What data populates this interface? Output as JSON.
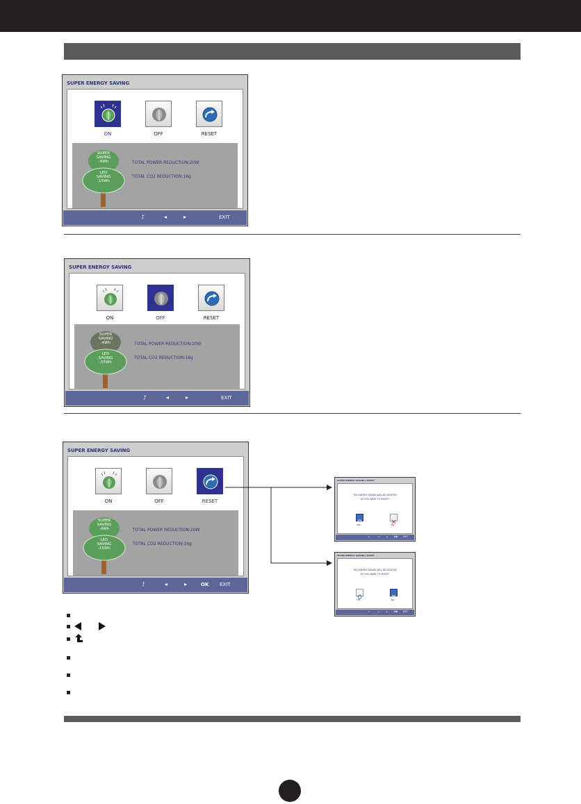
{
  "colors": {
    "selected": "#2d3190",
    "navbar": "#5c6698",
    "title_text": "#2c3575",
    "tree": "#5a9e5a",
    "tree_dim": "#6b7560"
  },
  "osd_panels": [
    {
      "title": "SUPER ENERGY SAVING",
      "selected": "on",
      "options": [
        {
          "label": "ON",
          "icon": "leaf-sparkle-icon"
        },
        {
          "label": "OFF",
          "icon": "leaf-icon"
        },
        {
          "label": "RESET",
          "icon": "reset-arrow-icon"
        }
      ],
      "tree_top": "SUPER SAVING :4Wh",
      "tree_top_l1": "SUPER",
      "tree_top_l2": "SAVING",
      "tree_top_l3": ":4Wh",
      "tree_bottom_l1": "LED",
      "tree_bottom_l2": "SAVING",
      "tree_bottom_l3": ":15Wh",
      "total_power": "TOTAL POWER REDUCTION:20W",
      "total_co2": "TOTAL CO2 REDUCTION:16g",
      "nav": {
        "up": "up-icon",
        "left": "left-icon",
        "right": "right-icon",
        "ok": "",
        "exit": "EXIT"
      }
    },
    {
      "title": "SUPER ENERGY SAVING",
      "selected": "off",
      "options": [
        {
          "label": "ON",
          "icon": "leaf-sparkle-icon"
        },
        {
          "label": "OFF",
          "icon": "leaf-icon"
        },
        {
          "label": "RESET",
          "icon": "reset-arrow-icon"
        }
      ],
      "tree_top_l1": "SUPER",
      "tree_top_l2": "SAVING",
      "tree_top_l3": ":4Wh",
      "tree_bottom_l1": "LED",
      "tree_bottom_l2": "SAVING",
      "tree_bottom_l3": ":15Wh",
      "total_power": "TOTAL POWER REDUCTION:20W",
      "total_co2": "TOTAL CO2 REDUCTION:16g",
      "nav": {
        "exit": "EXIT"
      }
    },
    {
      "title": "SUPER ENERGY SAVING",
      "selected": "reset",
      "options": [
        {
          "label": "ON",
          "icon": "leaf-sparkle-icon"
        },
        {
          "label": "OFF",
          "icon": "leaf-icon"
        },
        {
          "label": "RESET",
          "icon": "reset-arrow-icon"
        }
      ],
      "tree_top_l1": "SUPER",
      "tree_top_l2": "SAVING",
      "tree_top_l3": ":4Wh",
      "tree_bottom_l1": "LED",
      "tree_bottom_l2": "SAVING",
      "tree_bottom_l3": ":15Wh",
      "total_power": "TOTAL POWER REDUCTION:20W",
      "total_co2": "TOTAL CO2 REDUCTION:16g",
      "nav": {
        "ok": "OK",
        "exit": "EXIT"
      }
    }
  ],
  "reset_dialogs": [
    {
      "title": "SUPER ENERGY SAVING ▸ RESET",
      "line1": "THE ENERGY SAVING WILL BE DELETED",
      "line2": "DO YOU WANT TO RESET?",
      "yes": "YES",
      "no": "NO",
      "selected": "yes",
      "nav_ok": "OK",
      "nav_exit": "EXIT"
    },
    {
      "title": "SUPER ENERGY SAVING ▸ RESET",
      "line1": "THE ENERGY SAVING WILL BE DELETED",
      "line2": "DO YOU WANT TO RESET?",
      "yes": "YES",
      "no": "NO",
      "selected": "no",
      "nav_ok": "OK",
      "nav_exit": "EXIT"
    }
  ]
}
